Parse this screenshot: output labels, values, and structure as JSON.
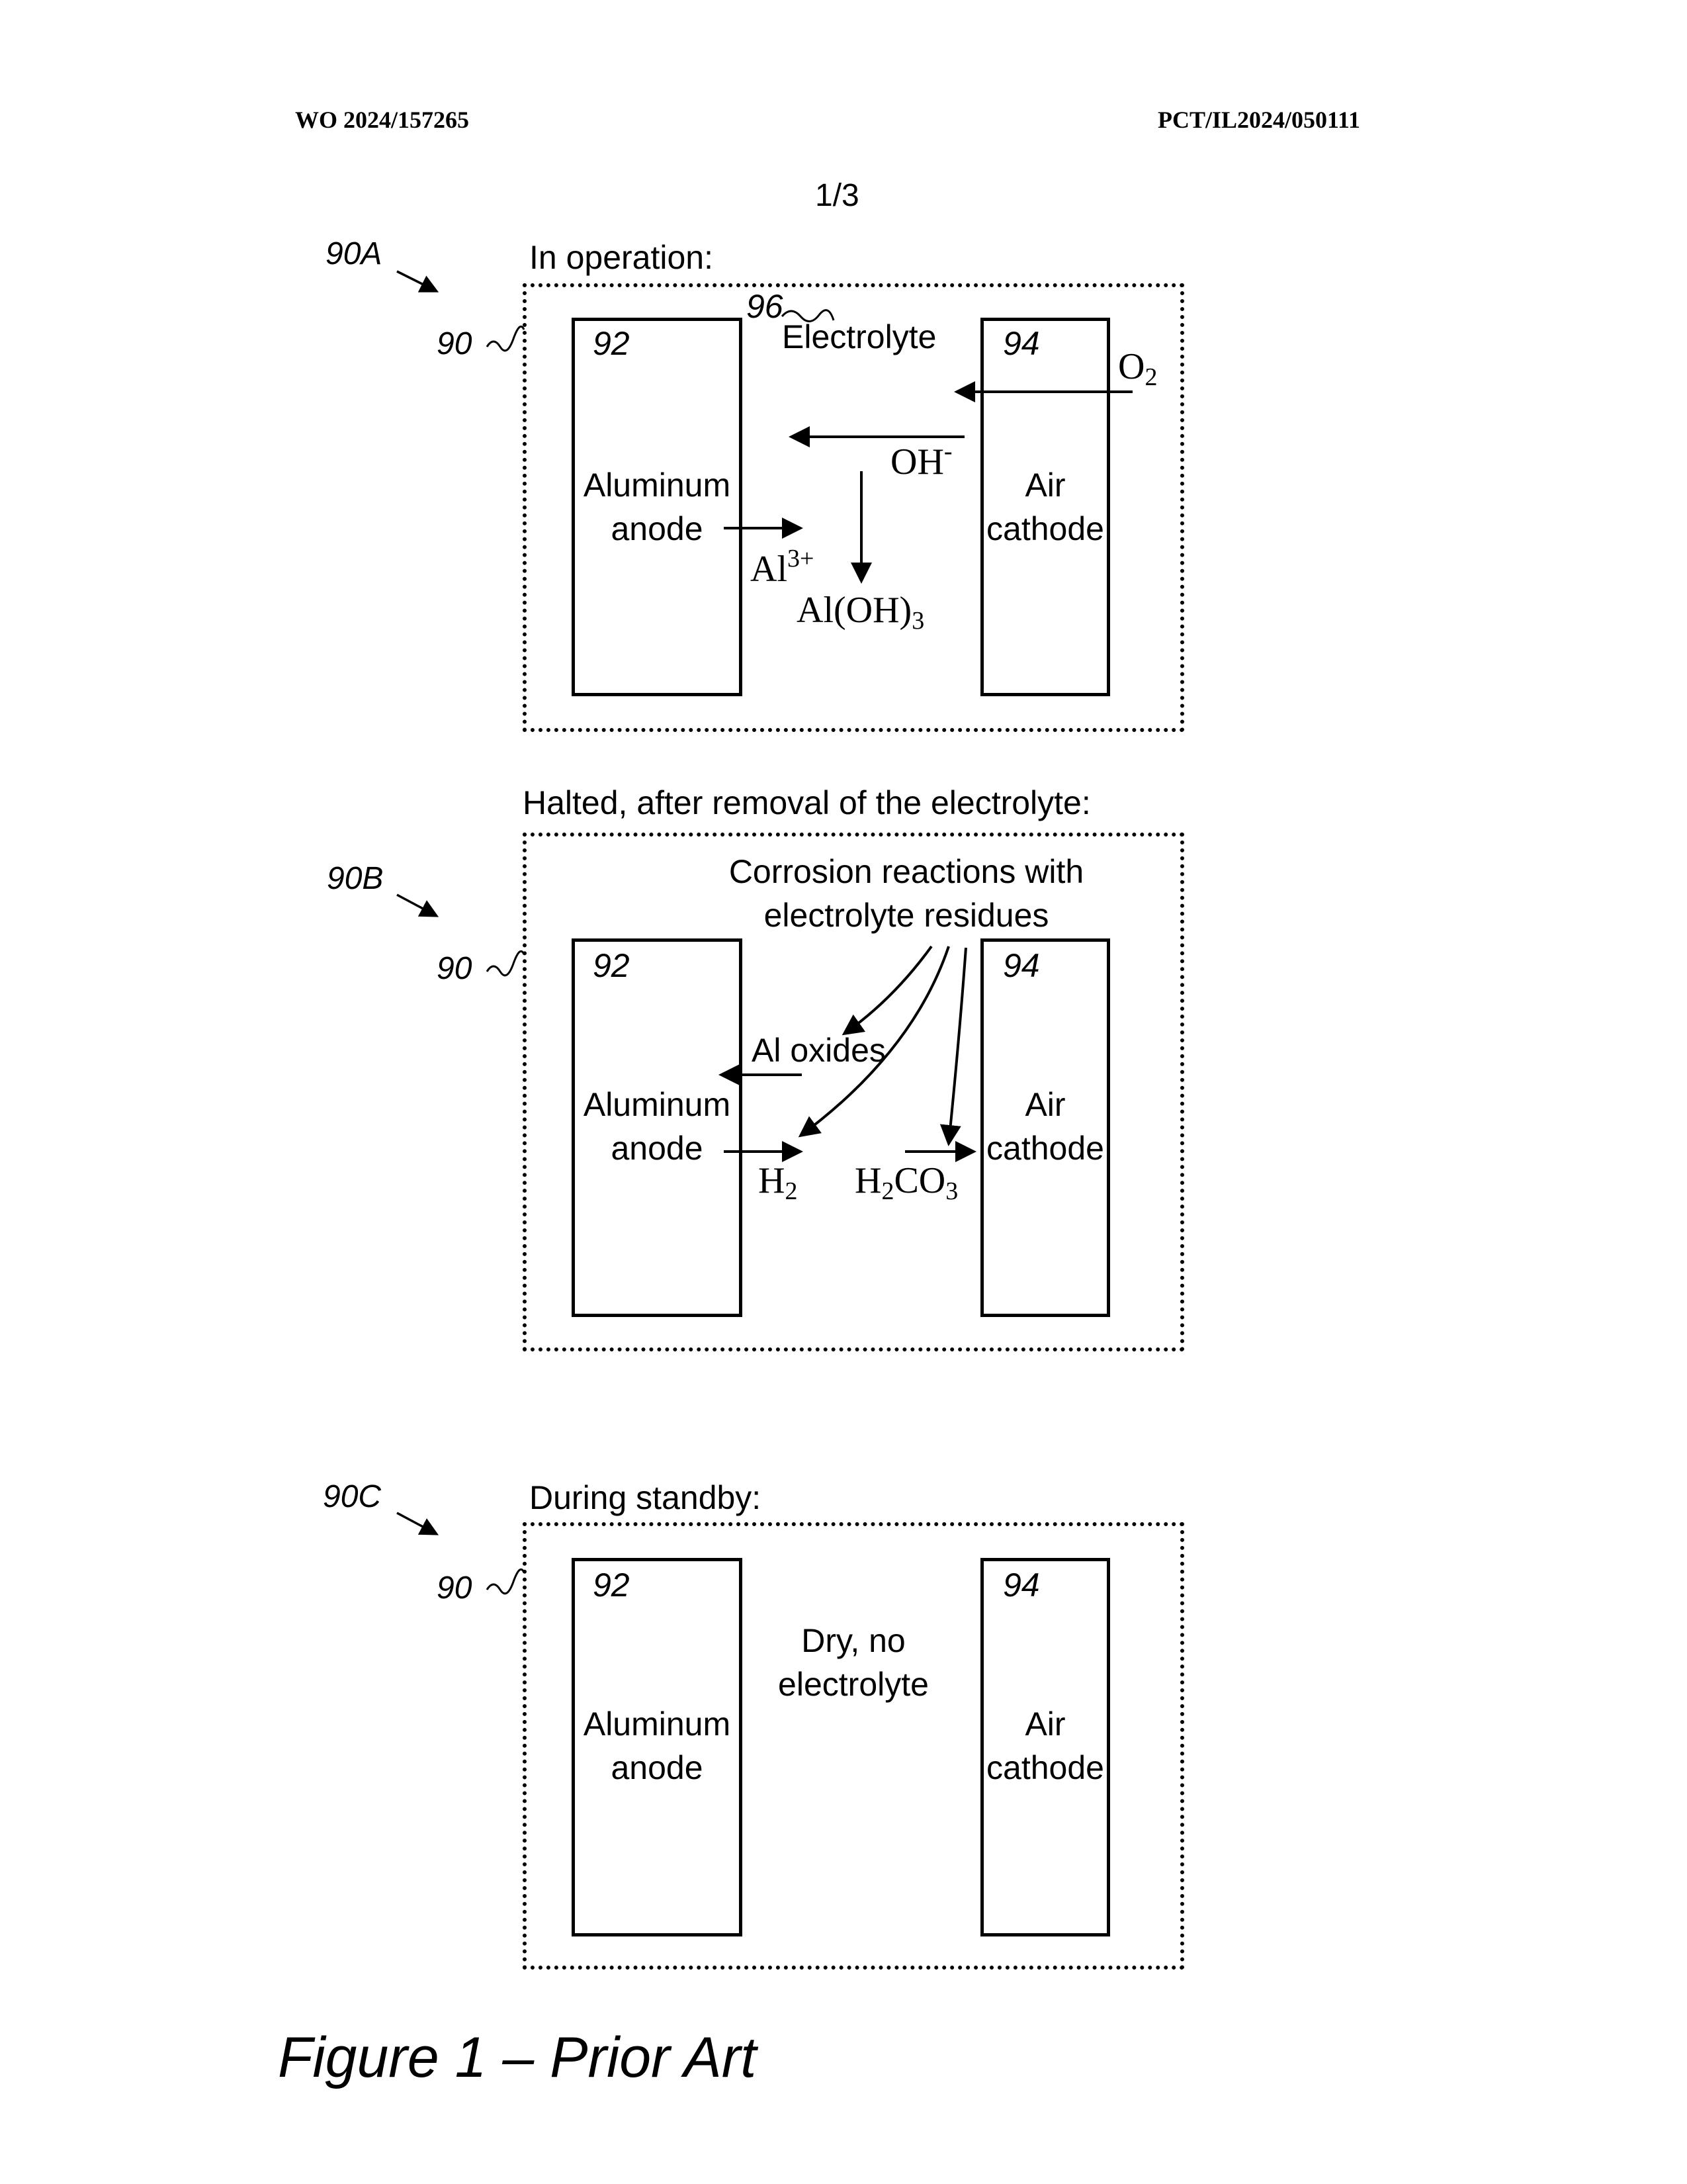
{
  "header": {
    "pub_number": "WO 2024/157265",
    "app_number": "PCT/IL2024/050111",
    "page": "1/3"
  },
  "panels": {
    "a": {
      "label": "90A",
      "caption": "In operation:",
      "cell_ref": "90",
      "electrolyte_ref": "96",
      "electrolyte_label": "Electrolyte",
      "anode_ref": "92",
      "anode_label_1": "Aluminum",
      "anode_label_2": "anode",
      "cathode_ref": "94",
      "cathode_label_1": "Air",
      "cathode_label_2": "cathode",
      "o2": {
        "base": "O",
        "sub": "2"
      },
      "oh": {
        "base": "OH",
        "sup": "-"
      },
      "al": {
        "base": "Al",
        "sup": "3+"
      },
      "aloh3": {
        "base": "Al(OH)",
        "sub": "3"
      }
    },
    "b": {
      "label": "90B",
      "caption": "Halted, after removal of the electrolyte:",
      "cell_ref": "90",
      "corrosion_1": "Corrosion reactions with",
      "corrosion_2": "electrolyte residues",
      "anode_ref": "92",
      "anode_label_1": "Aluminum",
      "anode_label_2": "anode",
      "cathode_ref": "94",
      "cathode_label_1": "Air",
      "cathode_label_2": "cathode",
      "al_oxides": "Al oxides",
      "h2": {
        "base": "H",
        "sub": "2"
      },
      "h2co3": {
        "p1": "H",
        "s1": "2",
        "p2": "CO",
        "s2": "3"
      }
    },
    "c": {
      "label": "90C",
      "caption": "During standby:",
      "cell_ref": "90",
      "anode_ref": "92",
      "anode_label_1": "Aluminum",
      "anode_label_2": "anode",
      "cathode_ref": "94",
      "cathode_label_1": "Air",
      "cathode_label_2": "cathode",
      "dry_1": "Dry, no",
      "dry_2": "electrolyte"
    }
  },
  "figure_caption": "Figure 1 – Prior Art"
}
